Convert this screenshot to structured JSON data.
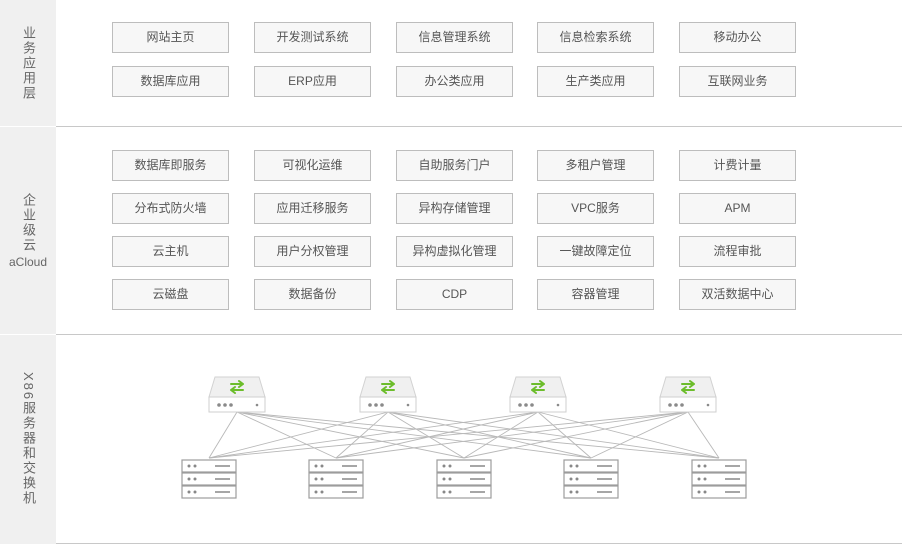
{
  "layers": {
    "app": {
      "label": "业务应用层",
      "boxes": [
        [
          "网站主页",
          "开发测试系统",
          "信息管理系统",
          "信息检索系统",
          "移动办公"
        ],
        [
          "数据库应用",
          "ERP应用",
          "办公类应用",
          "生产类应用",
          "互联网业务"
        ]
      ]
    },
    "cloud": {
      "label": "企业级云",
      "sublabel": "aCloud",
      "boxes": [
        [
          "数据库即服务",
          "可视化运维",
          "自助服务门户",
          "多租户管理",
          "计费计量"
        ],
        [
          "分布式防火墙",
          "应用迁移服务",
          "异构存储管理",
          "VPC服务",
          "APM"
        ],
        [
          "云主机",
          "用户分权管理",
          "异构虚拟化管理",
          "一键故障定位",
          "流程审批"
        ],
        [
          "云磁盘",
          "数据备份",
          "CDP",
          "容器管理",
          "双活数据中心"
        ]
      ]
    },
    "hardware": {
      "label": "X86服务器和交换机",
      "switch_count": 4,
      "server_count": 5
    }
  },
  "colors": {
    "arrow": "#6cbd2b",
    "line": "#b8b8b8",
    "box_border": "#bdbdbd",
    "sidebar_bg": "#f0f0f0"
  }
}
